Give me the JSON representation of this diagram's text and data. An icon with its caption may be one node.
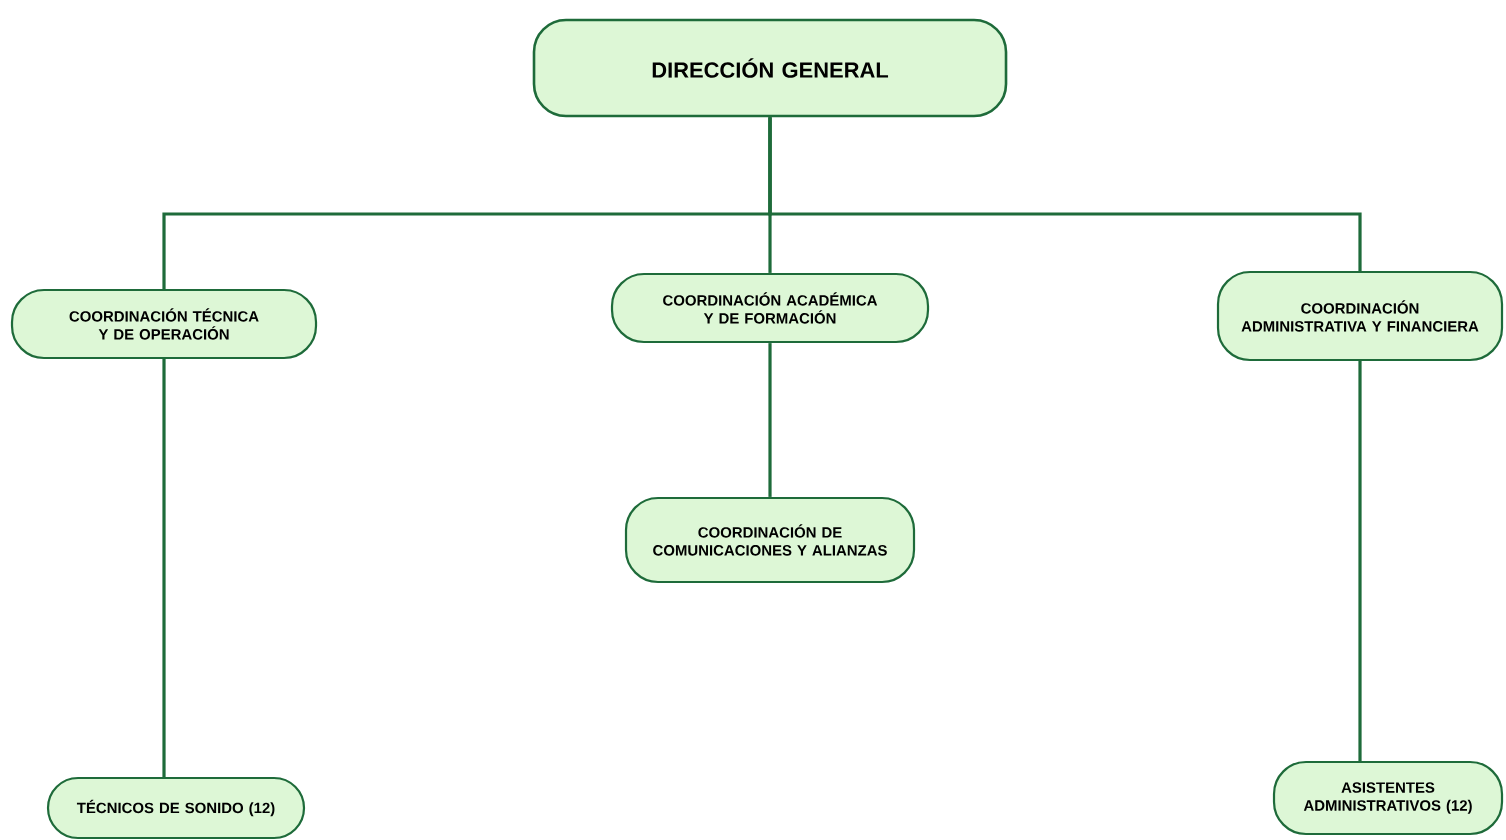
{
  "diagram": {
    "nodes": [
      {
        "text": [
          "DIRECCIÓN GENERAL"
        ]
      },
      {
        "text": [
          "COORDINACIÓN TÉCNICA Y DE OPERACIÓN"
        ]
      },
      {
        "text": [
          "COORDINACIÓN ACADÉMICA Y DE FORMACIÓN"
        ]
      },
      {
        "text": [
          "COORDINACIÓN ADMINISTRATIVA Y FINANCIERA"
        ]
      },
      {
        "text": [
          "COORDINACIÓN DE COMUNICACIONES Y ALIANZAS"
        ]
      },
      {
        "text": [
          "TÉCNICOS DE SONIDO (12)"
        ]
      },
      {
        "text": [
          "ASISTENTES ADMINISTRATIVOS (12)"
        ]
      }
    ],
    "edges": [
      {
        "from": 0,
        "to": 1,
        "arrow": "none"
      },
      {
        "from": 0,
        "to": 2,
        "arrow": "none"
      },
      {
        "from": 0,
        "to": 3,
        "arrow": "none"
      },
      {
        "from": 2,
        "to": 4,
        "arrow": "none"
      },
      {
        "from": 1,
        "to": 5,
        "arrow": "none"
      },
      {
        "from": 3,
        "to": 6,
        "arrow": "none"
      }
    ]
  }
}
